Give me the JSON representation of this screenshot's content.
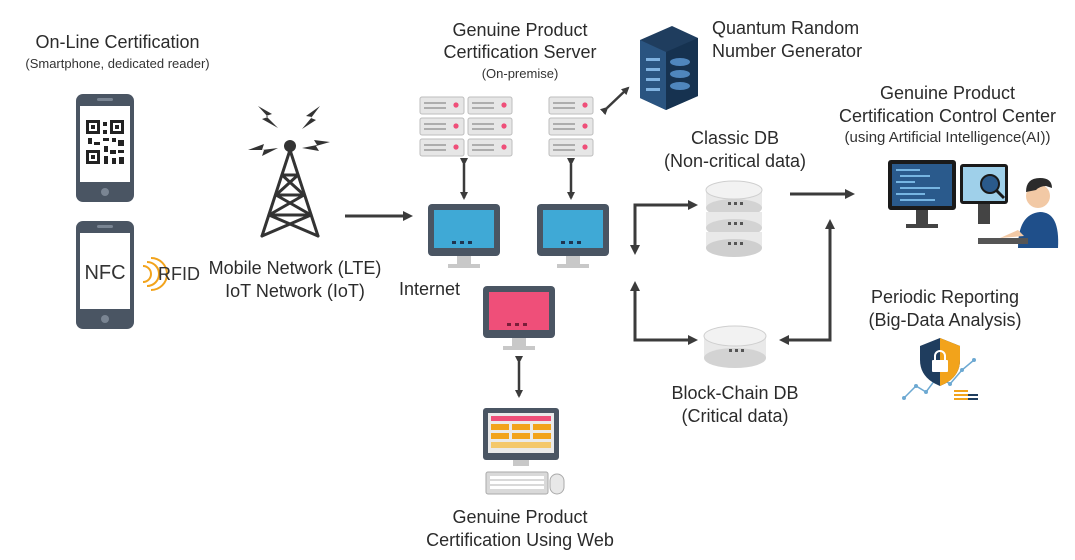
{
  "online_cert": {
    "title": "On-Line Certification",
    "subtitle": "(Smartphone, dedicated reader)",
    "nfc_label": "NFC",
    "rfid_label": "RFID"
  },
  "network": {
    "line1": "Mobile Network (LTE)",
    "line2": "IoT Network (IoT)",
    "internet_label": "Internet"
  },
  "server": {
    "title_line1": "Genuine Product",
    "title_line2": "Certification Server",
    "subtitle": "(On-premise)"
  },
  "qrng": {
    "line1": "Quantum Random",
    "line2": "Number Generator"
  },
  "classic_db": {
    "line1": "Classic DB",
    "line2": "(Non-critical data)"
  },
  "blockchain_db": {
    "line1": "Block-Chain DB",
    "line2": "(Critical data)"
  },
  "control_center": {
    "line1": "Genuine Product",
    "line2": "Certification Control Center",
    "line3": "(using Artificial Intelligence(AI))"
  },
  "reporting": {
    "line1": "Periodic Reporting",
    "line2": "(Big-Data Analysis)"
  },
  "web_cert": {
    "line1": "Genuine Product",
    "line2": "Certification Using Web"
  },
  "colors": {
    "device_dark": "#4a5563",
    "screen_blue": "#3fa9d6",
    "screen_pink": "#ef4f79",
    "arrow": "#3b3b3b",
    "server_light": "#dcdcdc",
    "rfid_orange": "#f2a31b",
    "person_blue": "#1f4f8a"
  }
}
